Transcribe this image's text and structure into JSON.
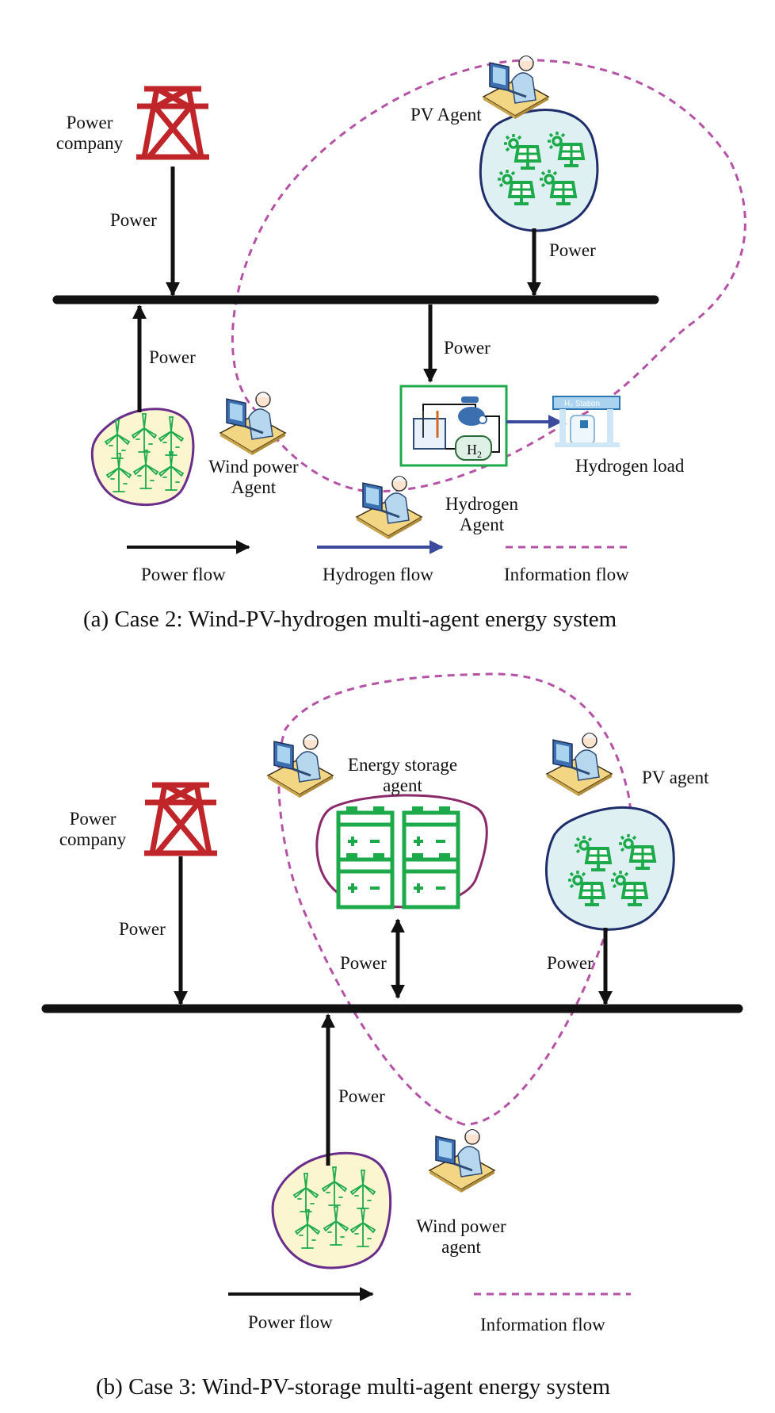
{
  "panel_a": {
    "caption": "(a) Case 2: Wind-PV-hydrogen multi-agent energy system",
    "power_company": [
      "Power",
      "company"
    ],
    "pv_agent": "PV Agent",
    "wind_agent": [
      "Wind power",
      "Agent"
    ],
    "hydrogen_agent": [
      "Hydrogen",
      "Agent"
    ],
    "hydrogen_load": "Hydrogen load",
    "h2_label": "H",
    "h2_sub": "2",
    "station_label": "H₂ Station",
    "power_labels": [
      "Power",
      "Power",
      "Power",
      "Power"
    ],
    "legend": {
      "power": "Power flow",
      "hydrogen": "Hydrogen flow",
      "info": "Information flow"
    }
  },
  "panel_b": {
    "caption": "(b) Case 3: Wind-PV-storage multi-agent energy system",
    "power_company": [
      "Power",
      "company"
    ],
    "storage_agent": [
      "Energy storage",
      "agent"
    ],
    "pv_agent": "PV agent",
    "wind_agent": [
      "Wind power",
      "agent"
    ],
    "power_labels": [
      "Power",
      "Power",
      "Power",
      "Power"
    ],
    "legend": {
      "power": "Power flow",
      "info": "Information flow"
    }
  },
  "colors": {
    "tower": "#c0252a",
    "bus": "#111111",
    "info_flow": "#b552a5",
    "hydrogen_flow": "#3b4a9c",
    "green": "#1daa4a",
    "pv_fill": "#dff0f3",
    "pv_border": "#1f2e6b",
    "wind_fill": "#fbf6cf",
    "wind_border": "#6a2d8c",
    "storage_border": "#8a2a6b"
  }
}
